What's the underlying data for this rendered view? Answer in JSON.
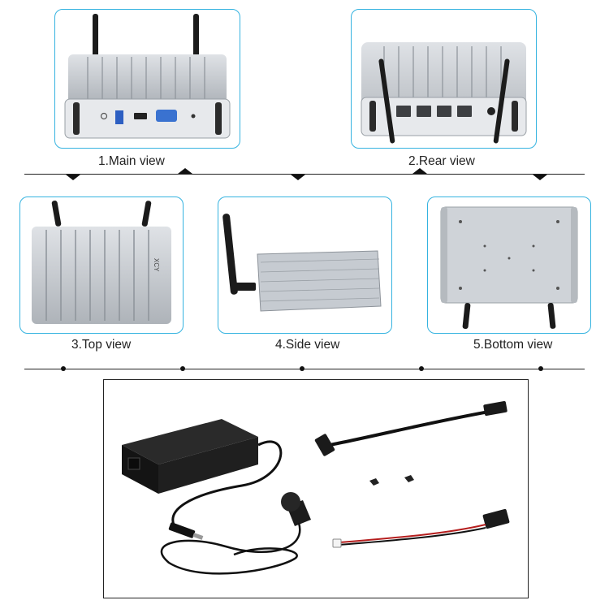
{
  "views": [
    {
      "id": "main",
      "label": "1.Main view"
    },
    {
      "id": "rear",
      "label": "2.Rear view"
    },
    {
      "id": "top",
      "label": "3.Top view"
    },
    {
      "id": "side",
      "label": "4.Side view"
    },
    {
      "id": "bottom",
      "label": "5.Bottom view"
    }
  ],
  "device": {
    "brand_mark": "XCY"
  },
  "accessories": [
    {
      "name": "power-adapter"
    },
    {
      "name": "sata-cable"
    },
    {
      "name": "screws"
    },
    {
      "name": "eu-power-cord"
    },
    {
      "name": "sata-power-cable"
    }
  ],
  "colors": {
    "frame_border": "#35b3e0",
    "chassis": "#c8ccd1",
    "rule": "#222222"
  }
}
